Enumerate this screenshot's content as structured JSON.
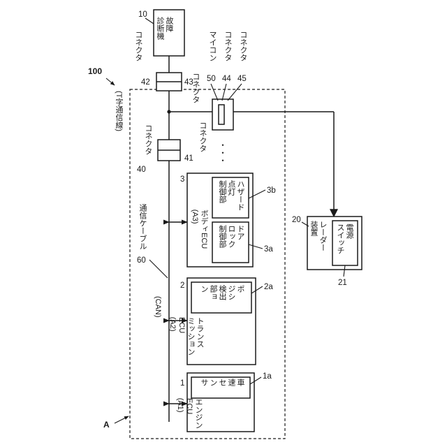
{
  "figure_label": "A",
  "system_ref": "100",
  "tester": {
    "label": "故障\n診断機",
    "ref": "10",
    "connector": "コネクタ"
  },
  "connector_42": {
    "ref": "42"
  },
  "connector_43": {
    "ref": "43",
    "label": "コネクタ"
  },
  "connector_40": {
    "ref": "40",
    "label": "コネクタ"
  },
  "connector_41": {
    "ref": "41",
    "label": "コネクタ"
  },
  "microcomputer": {
    "ref": "50",
    "label": "マイコン"
  },
  "connector_44": {
    "ref": "44",
    "label": "コネクタ"
  },
  "connector_45": {
    "ref": "45",
    "label": "コネクタ"
  },
  "t_line_label": "(T字通信線)",
  "ellipsis": "・・・",
  "cable": {
    "ref": "60",
    "label": "通信ケーブル"
  },
  "can_label": "(CAN)",
  "ecu_body": {
    "ref": "3",
    "title": "ボディECU\n(A3)",
    "sub_a": {
      "ref": "3a",
      "label": "ドア\nロック\n制御部"
    },
    "sub_b": {
      "ref": "3b",
      "label": "ハザード\n点灯\n制御部"
    }
  },
  "ecu_trans": {
    "ref": "2",
    "title": "トランス\nミッション\nECU\n(A2)",
    "sub_a": {
      "ref": "2a",
      "label": "ポ\nジシ\n検出\n部ョ\nン"
    }
  },
  "ecu_engine": {
    "ref": "1",
    "title": "エンジン\nECU\n(A1)",
    "sub_a": {
      "ref": "1a",
      "label": "車\n速\nセ\nン\nサ"
    }
  },
  "radar": {
    "ref": "20",
    "label": "レーダー\n装置",
    "switch": {
      "ref": "21",
      "label": "電源\nスイッチ"
    }
  }
}
